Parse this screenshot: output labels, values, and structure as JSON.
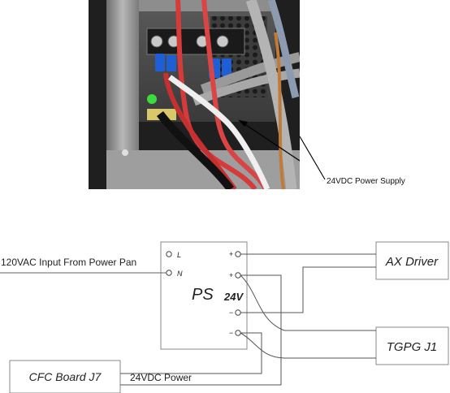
{
  "photo": {
    "annotation": "24VDC Power Supply"
  },
  "schematic": {
    "input_label": "120VAC Input From Power Pan",
    "ps": {
      "name": "PS",
      "voltage": "24V",
      "terminal_L": "L",
      "terminal_N": "N",
      "plus": "+",
      "minus": "−"
    },
    "boxes": {
      "ax_driver": "AX Driver",
      "tgpg": "TGPG J1",
      "cfc_board": "CFC Board J7"
    },
    "power_label": "24VDC Power"
  }
}
